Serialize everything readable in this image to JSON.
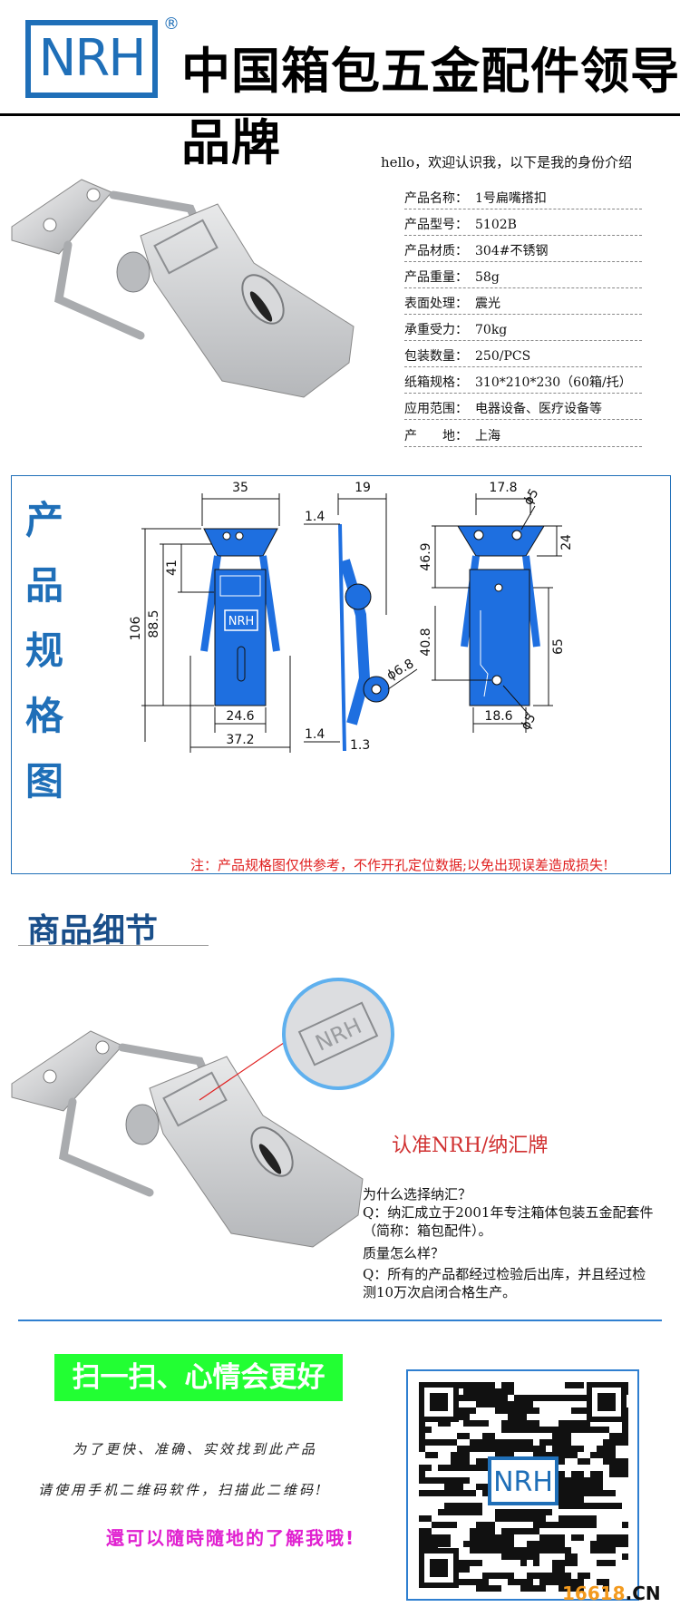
{
  "header": {
    "logo_text": "NRH",
    "reg_mark": "®",
    "title": "中国箱包五金配件领导品牌"
  },
  "intro": "hello，欢迎认识我，以下是我的身份介绍",
  "specs": [
    {
      "label": "产品名称：",
      "value": "1号扁嘴搭扣"
    },
    {
      "label": "产品型号：",
      "value": "5102B"
    },
    {
      "label": "产品材质：",
      "value": "304#不锈钢"
    },
    {
      "label": "产品重量：",
      "value": "58g"
    },
    {
      "label": "表面处理：",
      "value": "震光"
    },
    {
      "label": "承重受力：",
      "value": "70kg"
    },
    {
      "label": "包装数量：",
      "value": "250/PCS"
    },
    {
      "label": "纸箱规格：",
      "value": "310*210*230（60箱/托）"
    },
    {
      "label": "应用范围：",
      "value": "电器设备、医疗设备等"
    },
    {
      "label": "产　　地：",
      "value": "上海"
    }
  ],
  "drawing": {
    "side_title_chars": [
      "产",
      "品",
      "规",
      "格",
      "图"
    ],
    "front_dims": {
      "top_width": "35",
      "height_total": "106",
      "height_lower": "88.5",
      "height_upper": "41",
      "bottom_inner": "24.6",
      "bottom_outer": "37.2",
      "plate_text": "NRH"
    },
    "side_dims": {
      "depth": "19",
      "thick_top": "1.4",
      "thick_bottom": "1.4",
      "gap": "1.3",
      "hole": "ϕ6.8"
    },
    "back_dims": {
      "top_width": "17.8",
      "hole_top": "ϕ5",
      "plate_h": "24",
      "upper": "46.9",
      "lower_left": "40.8",
      "lower_right": "65",
      "bottom_width": "18.6",
      "hole_bottom": "ϕ5"
    },
    "note": "注：产品规格图仅供参考，不作开孔定位数据;以免出现误差造成损失!"
  },
  "detail": {
    "title": "商品细节",
    "brand_line": "认准NRH/纳汇牌",
    "zoom_text": "NRH",
    "qa": [
      "为什么选择纳汇？",
      "Q：纳汇成立于2001年专注箱体包装五金配套件",
      "（简称：箱包配件）。",
      "质量怎么样？",
      "Q：所有的产品都经过检验后出库，并且经过检",
      "测10万次启闭合格生产。"
    ]
  },
  "scan": {
    "banner": "扫一扫、心情会更好",
    "line1": "为了更快、准确、实效找到此产品",
    "line2": "请使用手机二维码软件，扫描此二维码!",
    "cta": "還可以隨時隨地的了解我哦!",
    "qr_logo": "NRH",
    "site_num": "16618",
    "site_tld": ".CN"
  },
  "colors": {
    "brand_blue": "#1f6fb8",
    "drawing_blue": "#1e6fe0",
    "note_red": "#e02020",
    "banner_green": "#22ff33",
    "cta_magenta": "#e020d0"
  }
}
